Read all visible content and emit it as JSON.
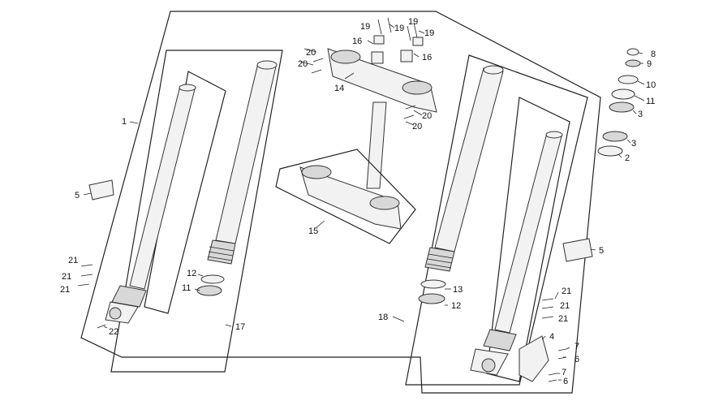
{
  "diagram": {
    "callouts": [
      {
        "id": "c1",
        "text": "1"
      },
      {
        "id": "c2",
        "text": "2"
      },
      {
        "id": "c3a",
        "text": "3"
      },
      {
        "id": "c3b",
        "text": "3"
      },
      {
        "id": "c4",
        "text": "4"
      },
      {
        "id": "c5a",
        "text": "5"
      },
      {
        "id": "c5b",
        "text": "5"
      },
      {
        "id": "c6a",
        "text": "6"
      },
      {
        "id": "c6b",
        "text": "6"
      },
      {
        "id": "c7a",
        "text": "7"
      },
      {
        "id": "c7b",
        "text": "7"
      },
      {
        "id": "c8",
        "text": "8"
      },
      {
        "id": "c9",
        "text": "9"
      },
      {
        "id": "c10",
        "text": "10"
      },
      {
        "id": "c11a",
        "text": "11"
      },
      {
        "id": "c11b",
        "text": "11"
      },
      {
        "id": "c12a",
        "text": "12"
      },
      {
        "id": "c12b",
        "text": "12"
      },
      {
        "id": "c13",
        "text": "13"
      },
      {
        "id": "c14",
        "text": "14"
      },
      {
        "id": "c15",
        "text": "15"
      },
      {
        "id": "c16a",
        "text": "16"
      },
      {
        "id": "c16b",
        "text": "16"
      },
      {
        "id": "c17",
        "text": "17"
      },
      {
        "id": "c18",
        "text": "18"
      },
      {
        "id": "c19a",
        "text": "19"
      },
      {
        "id": "c19b",
        "text": "19"
      },
      {
        "id": "c19c",
        "text": "19"
      },
      {
        "id": "c19d",
        "text": "19"
      },
      {
        "id": "c20a",
        "text": "20"
      },
      {
        "id": "c20b",
        "text": "20"
      },
      {
        "id": "c20c",
        "text": "20"
      },
      {
        "id": "c20d",
        "text": "20"
      },
      {
        "id": "c21a",
        "text": "21"
      },
      {
        "id": "c21b",
        "text": "21"
      },
      {
        "id": "c21c",
        "text": "21"
      },
      {
        "id": "c21d",
        "text": "21"
      },
      {
        "id": "c21e",
        "text": "21"
      },
      {
        "id": "c21f",
        "text": "21"
      },
      {
        "id": "c22",
        "text": "22"
      }
    ]
  }
}
